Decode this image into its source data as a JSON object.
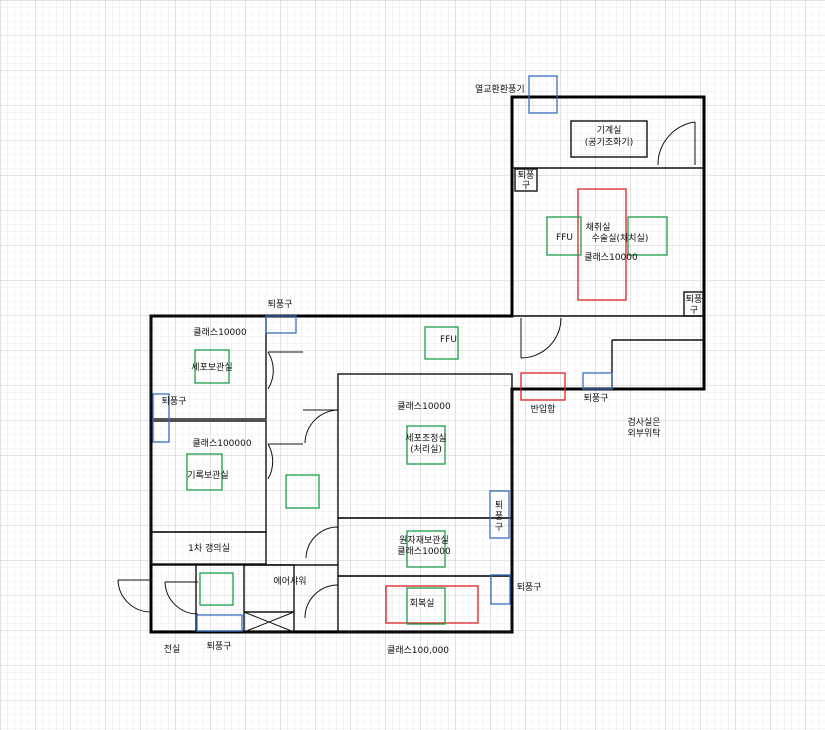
{
  "colors": {
    "ffu": "#1a9e48",
    "vent": "#3a6fc2",
    "red": "#e02020",
    "wall": "#000000",
    "grid": "#c8c8c8"
  },
  "labels": {
    "heat_exchanger": "열교환환풍기",
    "machine_room_1": "기계실",
    "machine_room_2": "(공기조화기)",
    "exhaust_small_1": "퇴풍",
    "exhaust_small_2": "구",
    "collection_room": "채취실",
    "surgery_room": "수술실(처치실)",
    "class_10000_a": "클래스10000",
    "ffu_a": "FFU",
    "exhaust_right_1": "퇴풍",
    "exhaust_right_2": "구",
    "exhaust_top": "퇴풍구",
    "class_10000_b": "클래스10000",
    "cell_storage": "세포보관실",
    "ffu_b": "FFU",
    "exhaust_left": "퇴풍구",
    "class_100000_a": "클래스100000",
    "record_storage": "기록보관실",
    "class_10000_c": "클래스10000",
    "cell_processing": "세포조정실",
    "cell_processing_sub": "(처리실)",
    "pass_box": "반입함",
    "exhaust_mid": "퇴풍구",
    "lab_outsourced_1": "검사실은",
    "lab_outsourced_2": "외부위탁",
    "exhaust_vert_1": "퇴",
    "exhaust_vert_2": "풍",
    "exhaust_vert_3": "구",
    "material_storage": "원자재보관실",
    "class_10000_d": "클래스10000",
    "first_gowning": "1차 갱의실",
    "air_shower": "에어샤워",
    "exhaust_lower": "퇴풍구",
    "recovery_room": "회복실",
    "anteroom": "전실",
    "exhaust_bottom": "퇴풍구",
    "class_100000_b": "클래스100,000"
  }
}
